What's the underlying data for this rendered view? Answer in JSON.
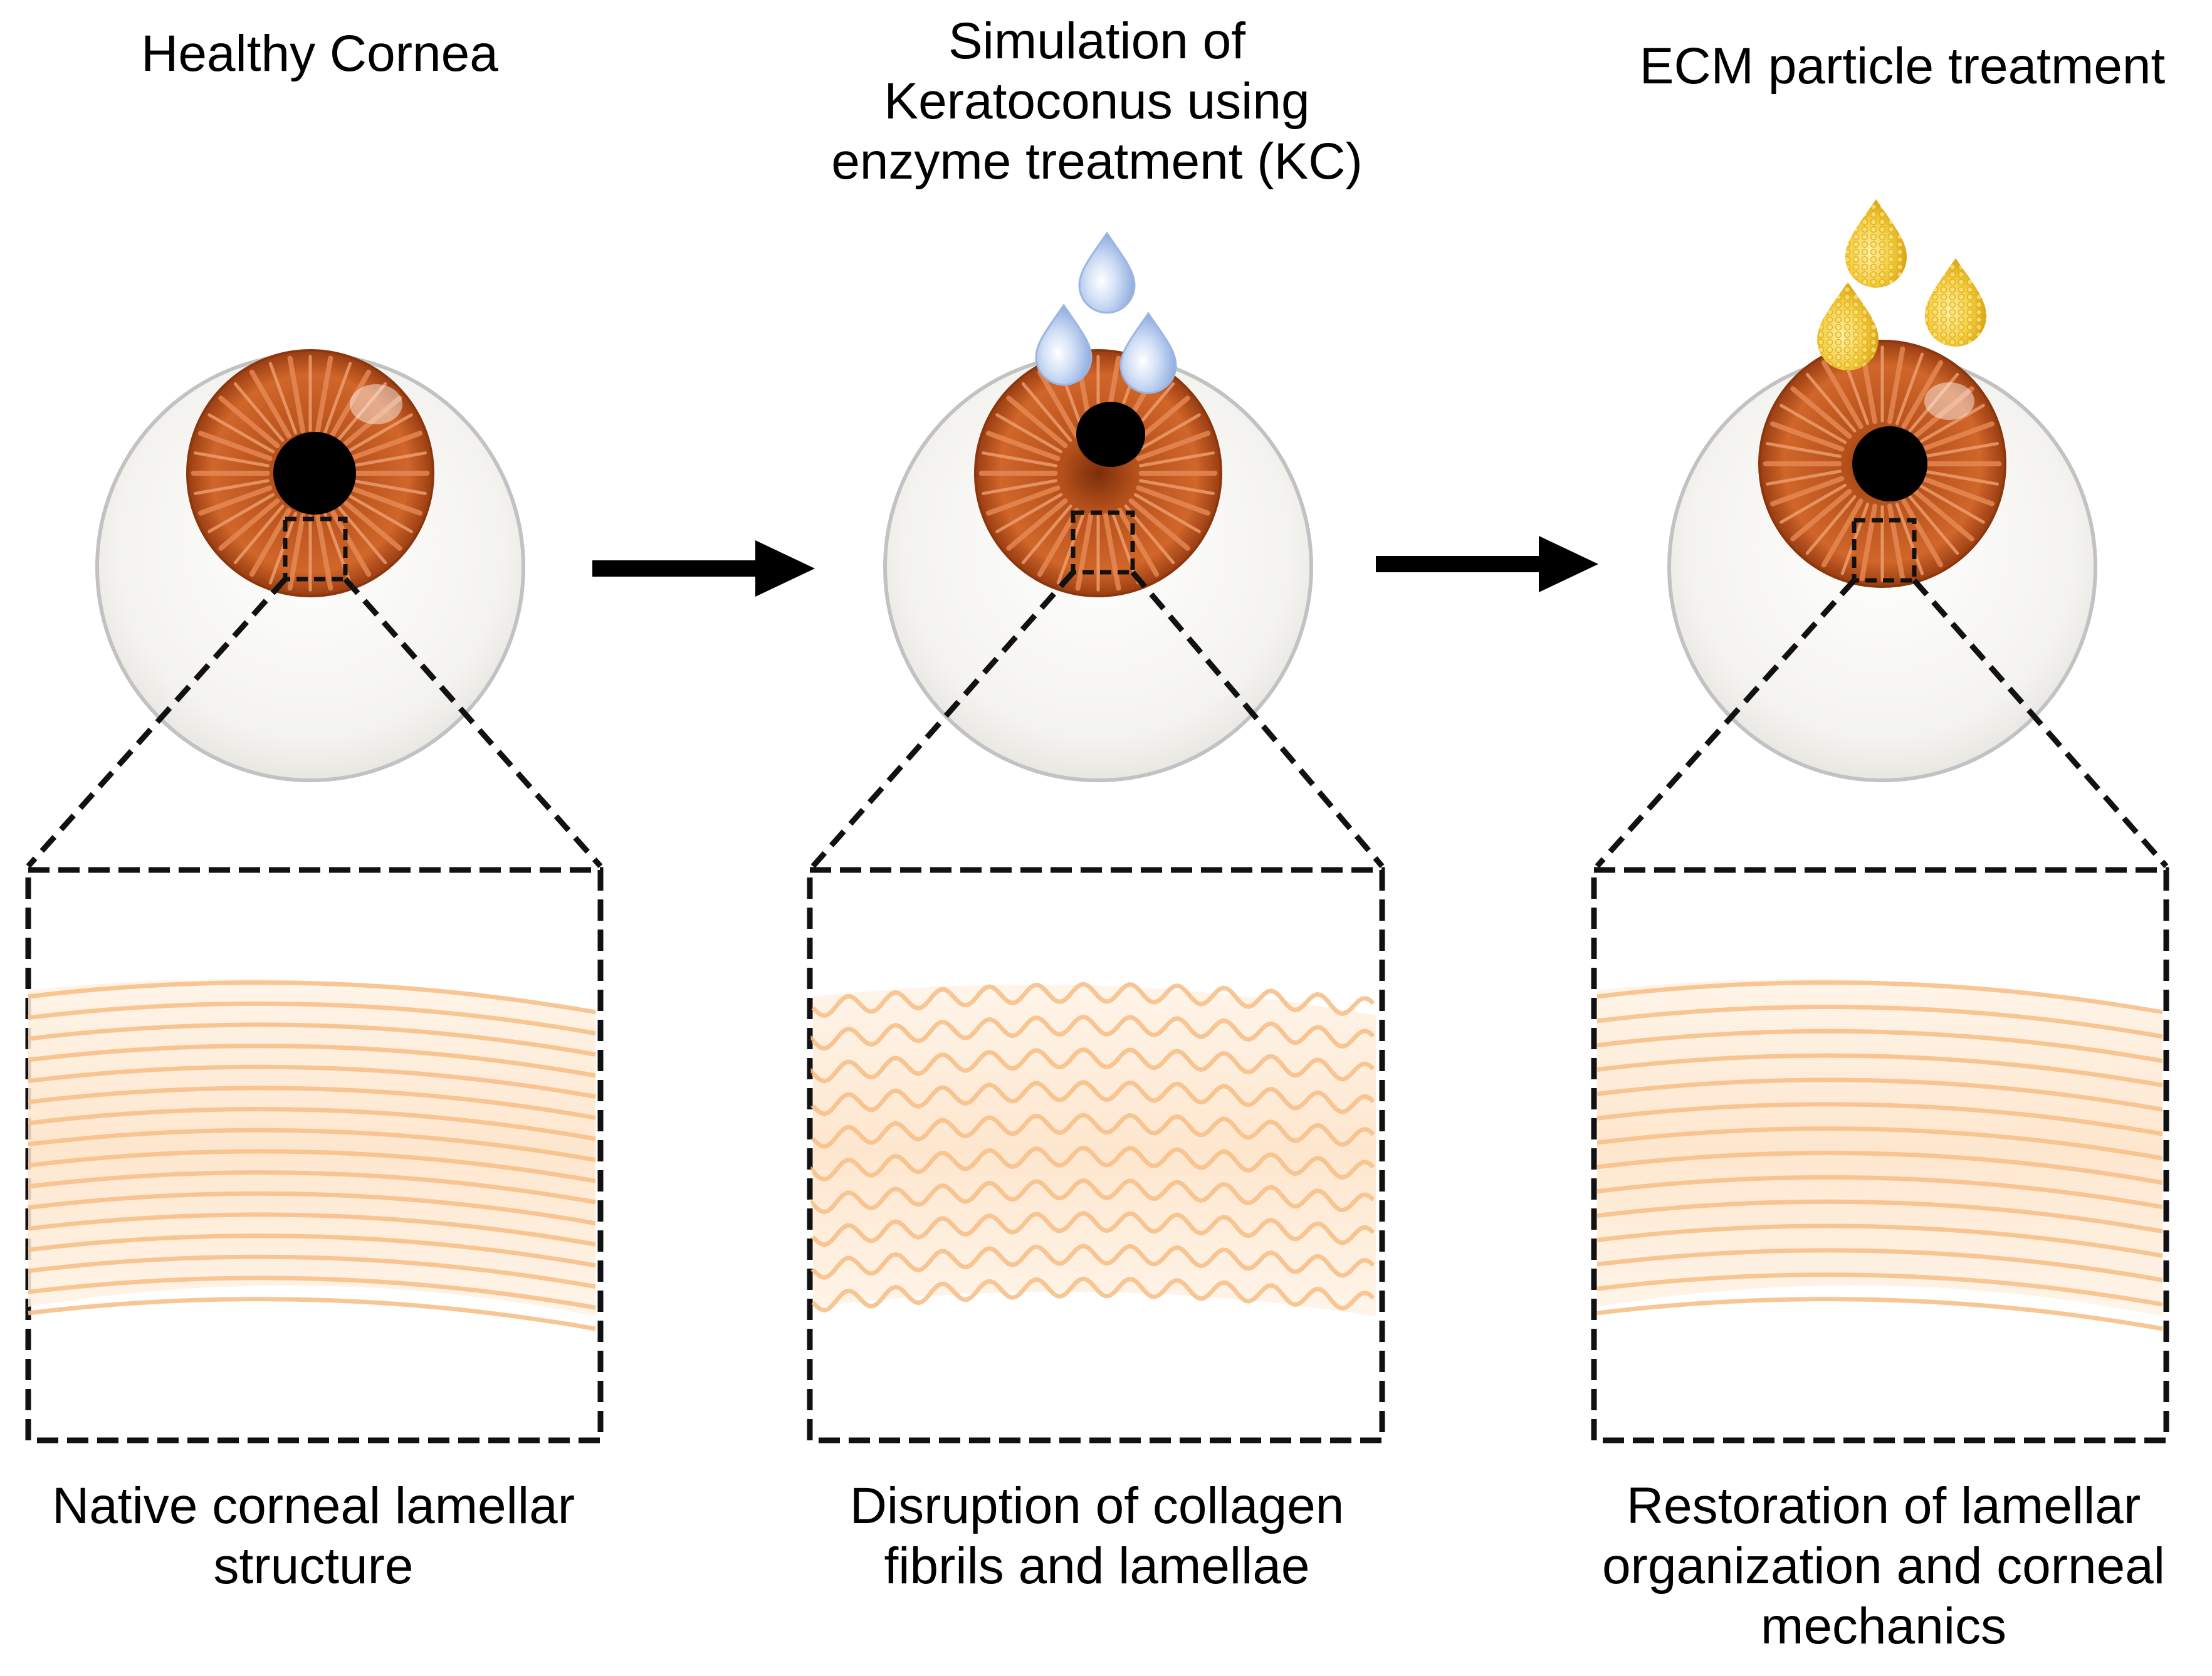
{
  "panels": [
    {
      "title_lines": [
        "Healthy Cornea"
      ],
      "caption_lines": [
        "Native corneal lamellar",
        "structure"
      ],
      "state": "organized",
      "drops": "none"
    },
    {
      "title_lines": [
        "Simulation of",
        "Keratoconus using",
        "enzyme treatment (KC)"
      ],
      "caption_lines": [
        "Disruption of collagen",
        "fibrils and lamellae"
      ],
      "state": "disrupted",
      "drops": "enzyme"
    },
    {
      "title_lines": [
        "ECM particle treatment"
      ],
      "caption_lines": [
        "Restoration of lamellar",
        "organization and corneal",
        "mechanics"
      ],
      "state": "restored",
      "drops": "ecm-particles"
    }
  ],
  "colors": {
    "iris_outer": "#c0581e",
    "iris_inner": "#8a3710",
    "pupil": "#000000",
    "sclera": "#f4f3ef",
    "sclera_rim": "#bfbfbf",
    "lamella": "#f7c08a",
    "lamella_fill": "#fde3c8",
    "enzyme_drop": "#a9c3ea",
    "ecm_drop": "#f3c734",
    "arrow": "#000000",
    "dashes": "#111111"
  }
}
